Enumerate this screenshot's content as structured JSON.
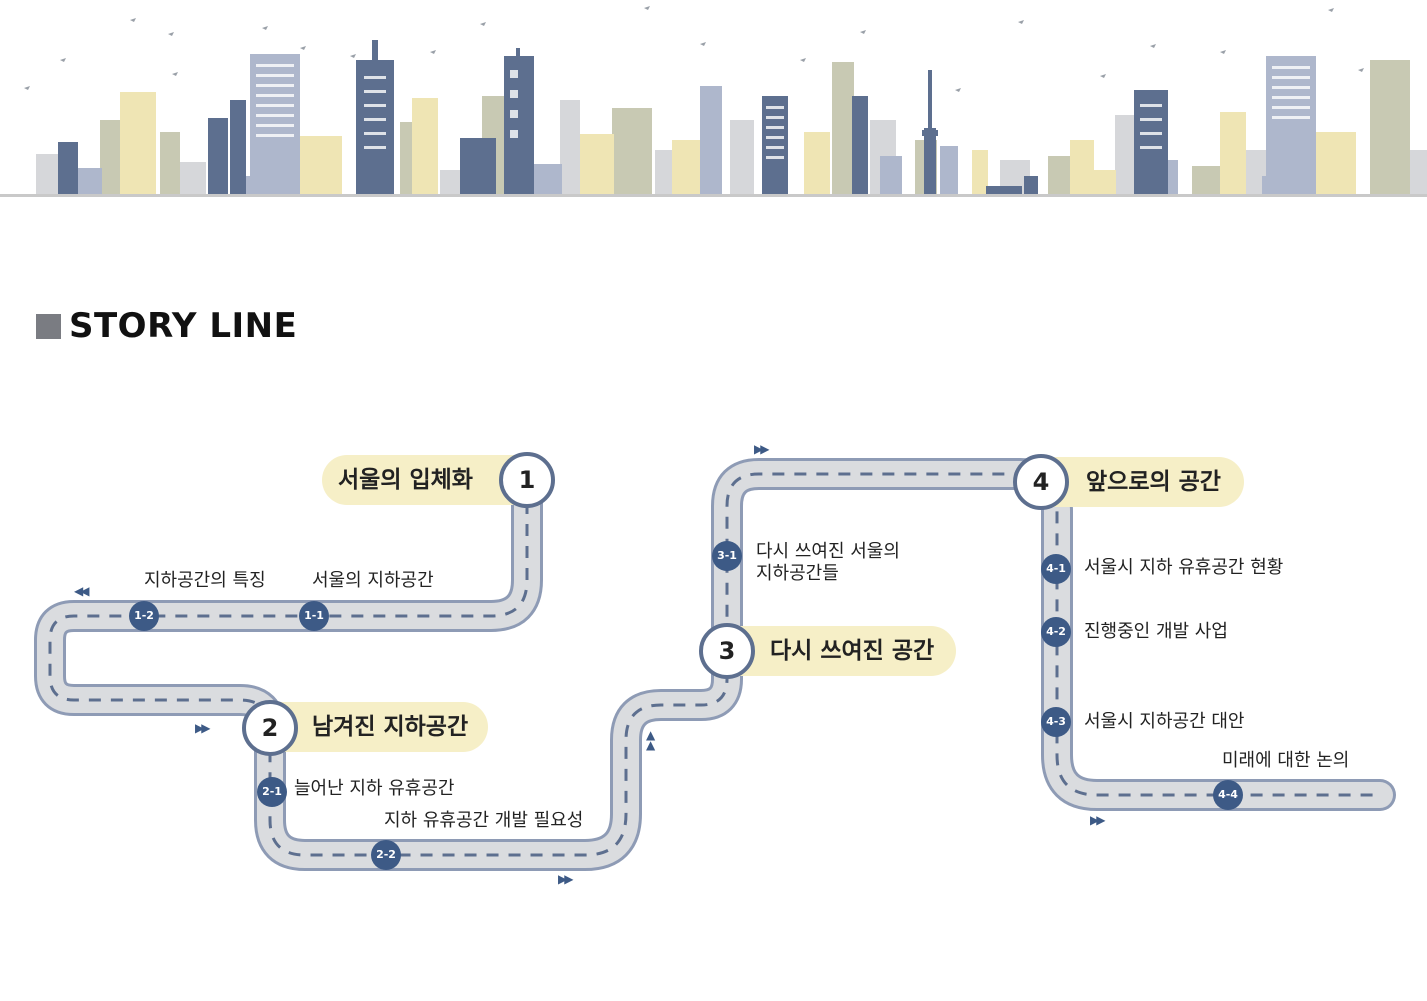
{
  "title": "STORY LINE",
  "chapters": [
    {
      "num": "1",
      "label": "서울의 입체화"
    },
    {
      "num": "2",
      "label": "남겨진 지하공간"
    },
    {
      "num": "3",
      "label": "다시 쓰여진 공간"
    },
    {
      "num": "4",
      "label": "앞으로의 공간"
    }
  ],
  "subs": [
    {
      "id": "1-1",
      "label": "서울의 지하공간"
    },
    {
      "id": "1-2",
      "label": "지하공간의 특징"
    },
    {
      "id": "2-1",
      "label": "늘어난 지하 유휴공간"
    },
    {
      "id": "2-2",
      "label": "지하 유휴공간 개발 필요성"
    },
    {
      "id": "3-1",
      "label": "다시 쓰여진 서울의\n지하공간들"
    },
    {
      "id": "4-1",
      "label": "서울시 지하 유휴공간 현황"
    },
    {
      "id": "4-2",
      "label": "진행중인 개발 사업"
    },
    {
      "id": "4-3",
      "label": "서울시 지하공간 대안"
    },
    {
      "id": "4-4",
      "label": "미래에 대한 논의"
    }
  ],
  "colors": {
    "road_fill": "#dadcdf",
    "road_border": "#8e9bb5",
    "road_dash": "#5d6f8f",
    "marker": "#3d5a86",
    "pill": "#f6efc7"
  },
  "icons": {
    "direction_arrow": "double-triangle-icon"
  }
}
